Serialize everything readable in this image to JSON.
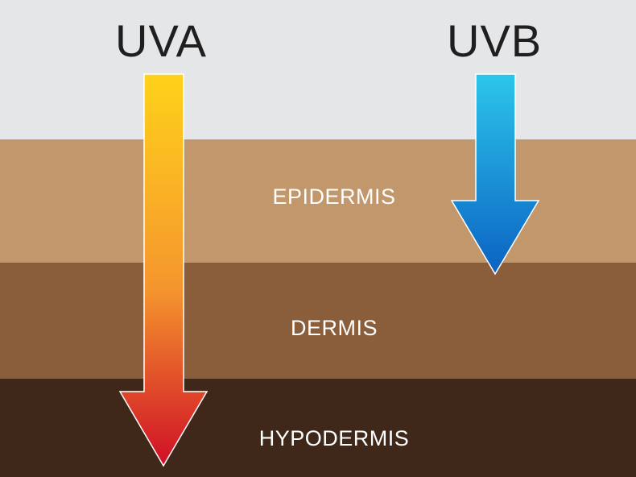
{
  "diagram": {
    "rays": [
      {
        "key": "uva",
        "label": "UVA"
      },
      {
        "key": "uvb",
        "label": "UVB"
      }
    ],
    "layers": [
      {
        "key": "epidermis",
        "label": "EPIDERMIS"
      },
      {
        "key": "dermis",
        "label": "DERMIS"
      },
      {
        "key": "hypodermis",
        "label": "HYPODERMIS"
      }
    ]
  },
  "colors": {
    "sky": "#e4e6e8",
    "epidermis": "#c1976b",
    "dermis": "#8a5d3b",
    "hypodermis": "#3f2819",
    "uva_top": "#ffd21a",
    "uva_mid": "#f5952e",
    "uva_bottom": "#cf0f26",
    "uvb_top": "#2cc6ea",
    "uvb_bottom": "#0b62c2",
    "title_text": "#1f1f1f",
    "layer_text": "#ffffff"
  }
}
